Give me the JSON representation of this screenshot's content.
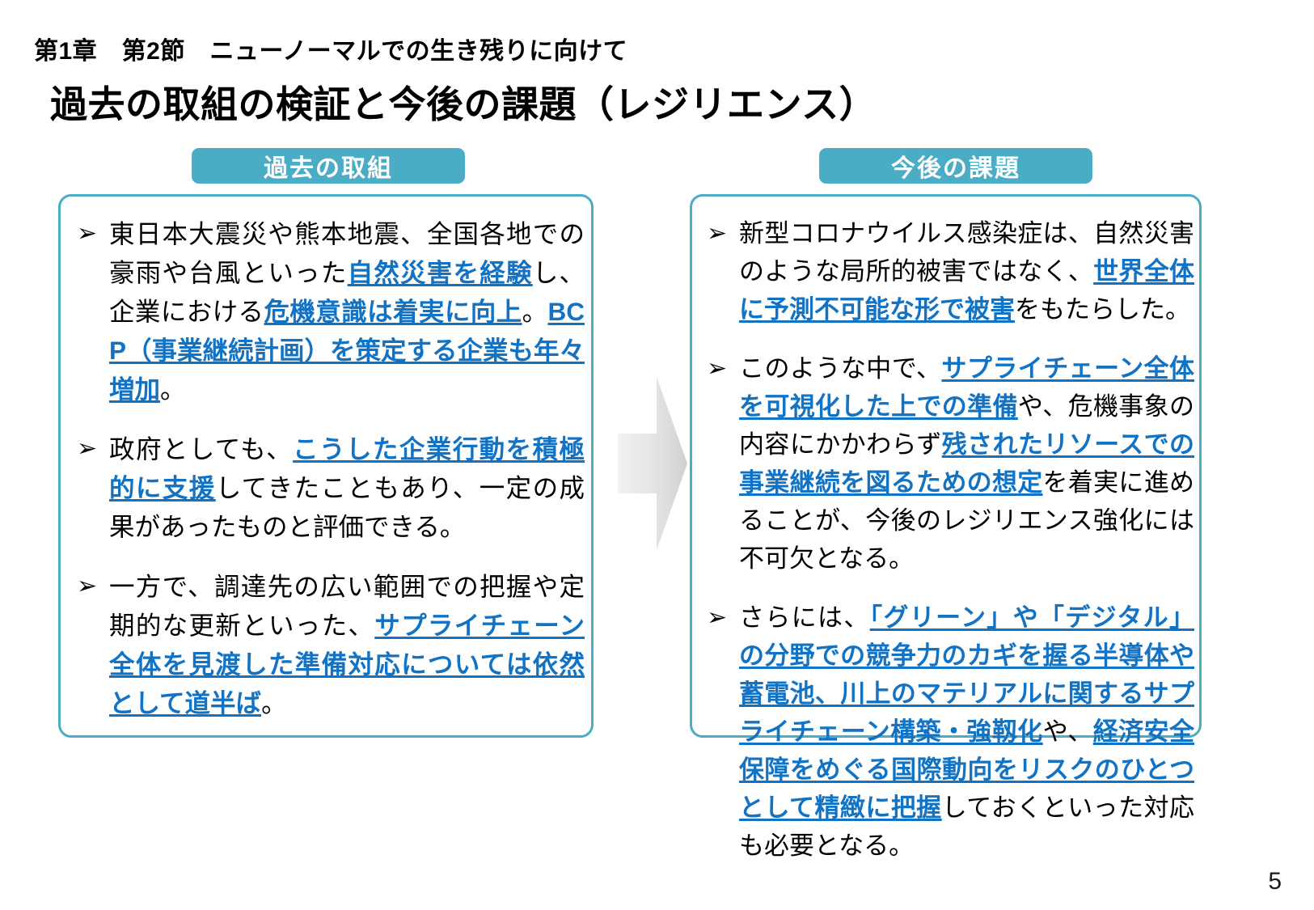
{
  "header": {
    "chapter": "第1章　第2節　ニューノーマルでの生き残りに向けて",
    "title": "過去の取組の検証と今後の課題（レジリエンス）"
  },
  "colors": {
    "accent_teal": "#4BACC6",
    "highlight_blue": "#1273C4",
    "arrow_gray": "#D9D9D9"
  },
  "columns": {
    "left": {
      "badge": "過去の取組",
      "bullets": [
        {
          "marker": "➢",
          "segments": [
            {
              "text": "東日本大震災や熊本地震、全国各地での豪雨や台風といった",
              "highlight": false
            },
            {
              "text": "自然災害を経験",
              "highlight": true
            },
            {
              "text": "し、企業における",
              "highlight": false
            },
            {
              "text": "危機意識は着実に向上",
              "highlight": true
            },
            {
              "text": "。",
              "highlight": false
            },
            {
              "text": "BCP（事業継続計画）を策定する企業も年々増加",
              "highlight": true
            },
            {
              "text": "。",
              "highlight": false
            }
          ]
        },
        {
          "marker": "➢",
          "segments": [
            {
              "text": "政府としても、",
              "highlight": false
            },
            {
              "text": "こうした企業行動を積極的に支援",
              "highlight": true
            },
            {
              "text": "してきたこともあり、一定の成果があったものと評価できる。",
              "highlight": false
            }
          ]
        },
        {
          "marker": "➢",
          "segments": [
            {
              "text": "一方で、調達先の広い範囲での把握や定期的な更新といった、",
              "highlight": false
            },
            {
              "text": "サプライチェーン全体を見渡した準備対応については依然として道半ば",
              "highlight": true
            },
            {
              "text": "。",
              "highlight": false
            }
          ]
        }
      ]
    },
    "right": {
      "badge": "今後の課題",
      "bullets": [
        {
          "marker": "➢",
          "segments": [
            {
              "text": "新型コロナウイルス感染症は、自然災害のような局所的被害ではなく、",
              "highlight": false
            },
            {
              "text": "世界全体に予測不可能な形で被害",
              "highlight": true
            },
            {
              "text": "をもたらした。",
              "highlight": false
            }
          ]
        },
        {
          "marker": "➢",
          "segments": [
            {
              "text": "このような中で、",
              "highlight": false
            },
            {
              "text": "サプライチェーン全体を可視化した上での準備",
              "highlight": true
            },
            {
              "text": "や、危機事象の内容にかかわらず",
              "highlight": false
            },
            {
              "text": "残されたリソースでの事業継続を図るための想定",
              "highlight": true
            },
            {
              "text": "を着実に進めることが、今後のレジリエンス強化には不可欠となる。",
              "highlight": false
            }
          ]
        },
        {
          "marker": "➢",
          "segments": [
            {
              "text": "さらには、",
              "highlight": false
            },
            {
              "text": "「グリーン」や「デジタル」の分野での競争力のカギを握る半導体や蓄電池、川上のマテリアルに関するサプライチェーン構築・強靱化",
              "highlight": true
            },
            {
              "text": "や、",
              "highlight": false
            },
            {
              "text": "経済安全保障をめぐる国際動向をリスクのひとつとして精緻に把握",
              "highlight": true
            },
            {
              "text": "しておくといった対応も必要となる。",
              "highlight": false
            }
          ]
        }
      ]
    }
  },
  "flow_arrow": {
    "direction": "right"
  },
  "page_number": "5"
}
